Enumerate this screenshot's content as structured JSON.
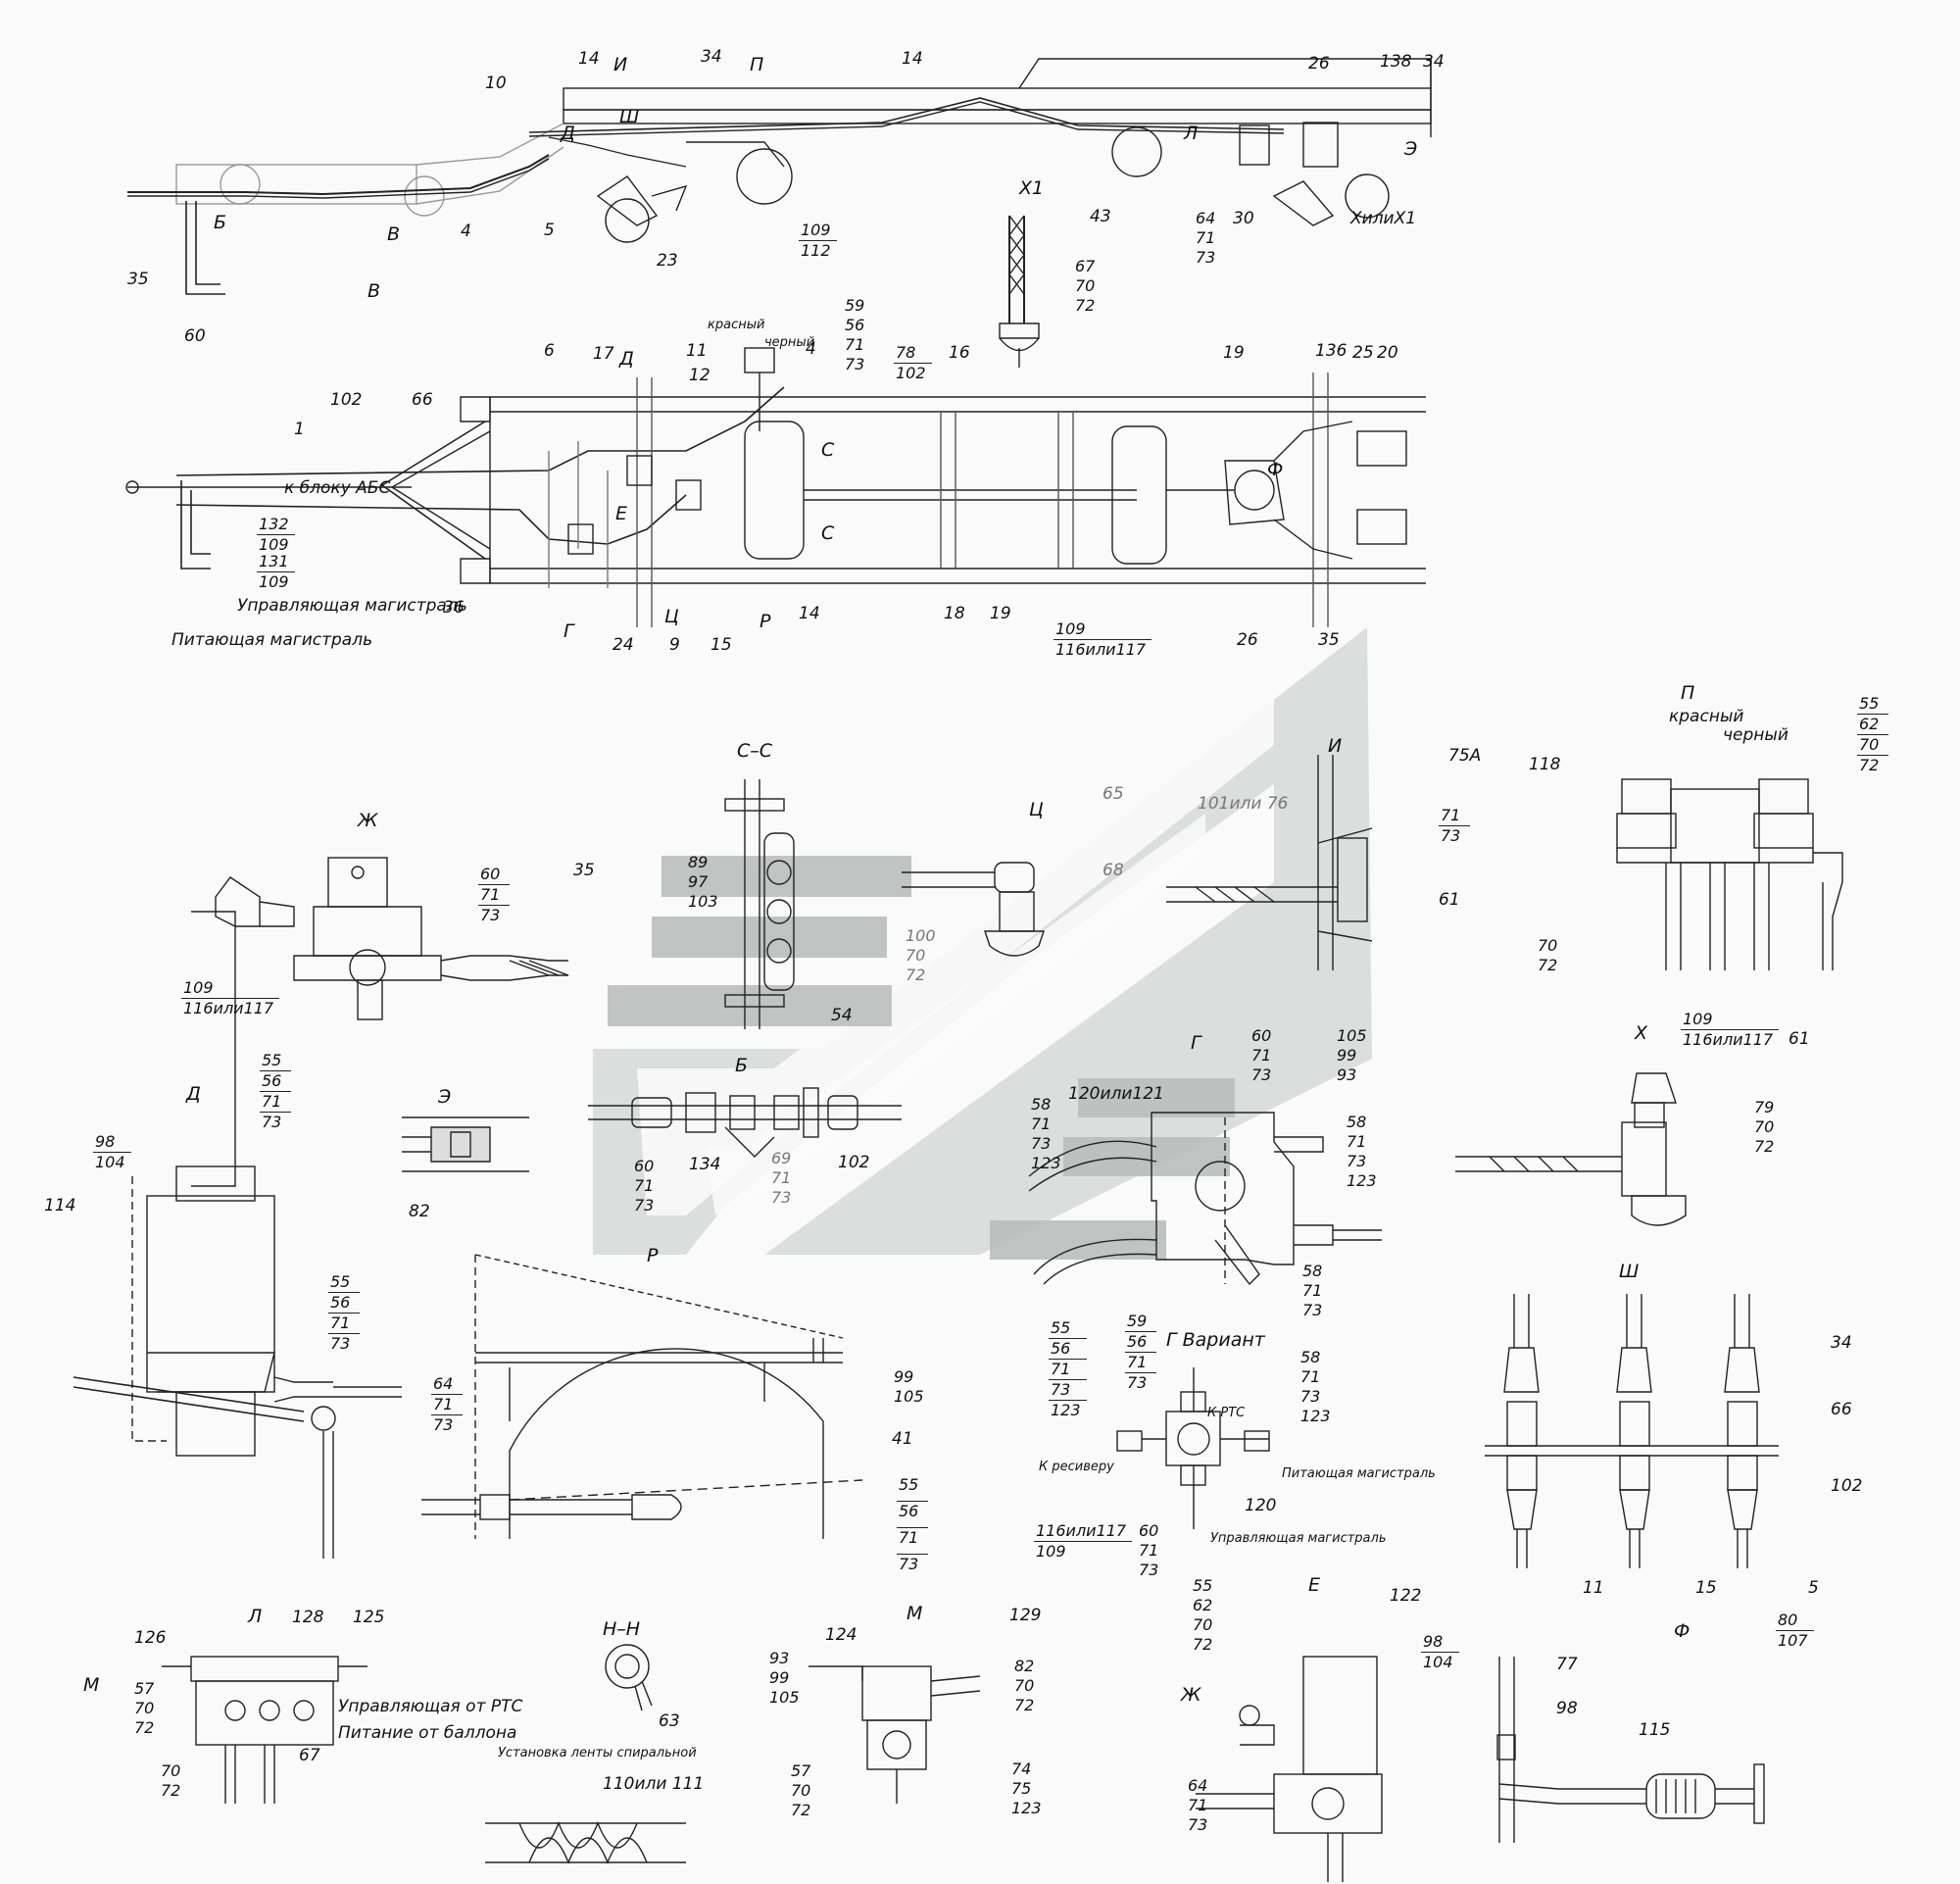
{
  "views": {
    "I": "И",
    "P": "П",
    "V": "В",
    "D": "Д",
    "Sh": "Ш",
    "L": "Л",
    "E": "Э",
    "X1": "Х1",
    "B": "Б",
    "Zh": "Ж",
    "CC": "С–С",
    "Ts": "Ц",
    "I2": "И",
    "P2": "П",
    "Ds": "Д",
    "Es": "Э",
    "Bs": "Б",
    "Gs": "Г",
    "Xs": "Х",
    "Shs": "Ш",
    "Rs": "Р",
    "Gv": "Г Вариант",
    "Ls": "Л",
    "NN": "Н–Н",
    "Ms": "М",
    "Es2": "Е",
    "Fs": "Ф",
    "Mref": "М",
    "ZhRef": "Ж",
    "Cs1": "С",
    "Cs2": "С",
    "G1": "Г",
    "P1": "Р",
    "Ts1": "Ц",
    "E1": "Е",
    "D1": "Д",
    "F1": "Ф",
    "V1": "В",
    "B1": "Б"
  },
  "notes": {
    "abs": "к блоку АБС",
    "control_line": "Управляющая магистраль",
    "supply_line": "Питающая магистраль",
    "red": "красный",
    "black": "черный",
    "red2": "красный",
    "black2": "черный",
    "to_receiver": "К ресиверу",
    "to_rts": "К РТС",
    "supply_line2": "Питающая магистраль",
    "control_line2": "Управляющая магистраль",
    "control_from_rts": "Управляющая от РТС",
    "supply_from_tank": "Питание от баллона",
    "spiral_tape": "Установка ленты спиральной",
    "hx1": "ХилиХ1"
  },
  "labels": {
    "t14a": "14",
    "t34a": "34",
    "t10": "10",
    "t14b": "14",
    "t26": "26",
    "t138": "138",
    "t34b": "34",
    "t4a": "4",
    "t5": "5",
    "t23": "23",
    "t109a": "109",
    "t112": "112",
    "t43": "43",
    "t64a": "64",
    "t71a": "71",
    "t73a": "73",
    "t30": "30",
    "t35a": "35",
    "t60a": "60",
    "t67a": "67",
    "t70a": "70",
    "t72a": "72",
    "t102a": "102",
    "t66a": "66",
    "t59": "59",
    "t56a": "56",
    "t71b": "71",
    "t73b": "73",
    "t11": "11",
    "t12": "12",
    "t4b": "4",
    "t6": "6",
    "t17": "17",
    "t78": "78",
    "t102b": "102",
    "t16": "16",
    "t19a": "19",
    "t136": "136",
    "t25": "25",
    "t20": "20",
    "t1": "1",
    "t132": "132",
    "t109b": "109",
    "t131": "131",
    "t109c": "109",
    "t36": "36",
    "t24": "24",
    "t9": "9",
    "t15": "15",
    "t14c": "14",
    "t18": "18",
    "t19b": "19",
    "t109d": "109",
    "t116or117a": "116или117",
    "t26b": "26",
    "t35b": "35",
    "zh60": "60",
    "zh71": "71",
    "zh73": "73",
    "zh35": "35",
    "zh109": "109",
    "zh116": "116или117",
    "cc89": "89",
    "cc97": "97",
    "cc103": "103",
    "cc54": "54",
    "ts65": "65",
    "ts68": "68",
    "ts100": "100",
    "ts70": "70",
    "ts72": "72",
    "i101": "101или 76",
    "i75a": "75А",
    "i71": "71",
    "i73": "73",
    "i61": "61",
    "p118": "118",
    "p55": "55",
    "p62": "62",
    "p70": "70",
    "p72": "72",
    "p70b": "70",
    "p72b": "72",
    "d98": "98",
    "d104": "104",
    "d55": "55",
    "d56": "56",
    "d71": "71",
    "d73": "73",
    "d114": "114",
    "d55b": "55",
    "d56b": "56",
    "d71b": "71",
    "d73b": "73",
    "e82": "82",
    "b60": "60",
    "b71": "71",
    "b73": "73",
    "b134": "134",
    "b69": "69",
    "b71b": "71",
    "b73b": "73",
    "b102": "102",
    "g120": "120или121",
    "g60": "60",
    "g71": "71",
    "g73": "73",
    "g105": "105",
    "g99": "99",
    "g93": "93",
    "g58": "58",
    "g71b": "71",
    "g73b": "73",
    "g123": "123",
    "g58b": "58",
    "g71c": "71",
    "g73c": "73",
    "g123b": "123",
    "g58c": "58",
    "g71d": "71",
    "g73d": "73",
    "x109": "109",
    "x116": "116или117",
    "x61": "61",
    "x79": "79",
    "x70": "70",
    "x72": "72",
    "r64": "64",
    "r71": "71",
    "r73": "73",
    "r99": "99",
    "r105": "105",
    "r41": "41",
    "r55": "55",
    "r56": "56",
    "r71b": "71",
    "r73b": "73",
    "gv55": "55",
    "gv56": "56",
    "gv71": "71",
    "gv73": "73",
    "gv123": "123",
    "gv59": "59",
    "gv56b": "56",
    "gv71b": "71",
    "gv73b": "73",
    "gv58": "58",
    "gv71c": "71",
    "gv73c": "73",
    "gv123b": "123",
    "gv120": "120",
    "gv116": "116или117",
    "gv109": "109",
    "gv60": "60",
    "gv71d": "71",
    "gv73d": "73",
    "sh34": "34",
    "sh66": "66",
    "sh102": "102",
    "sh11": "11",
    "sh15": "15",
    "sh5": "5",
    "l126": "126",
    "l128": "128",
    "l125": "125",
    "l57": "57",
    "l70": "70",
    "l72": "72",
    "l70b": "70",
    "l72b": "72",
    "l67": "67",
    "nn63": "63",
    "nn110": "110или 111",
    "m124": "124",
    "m129": "129",
    "m93": "93",
    "m99": "99",
    "m105": "105",
    "m82": "82",
    "m70": "70",
    "m72": "72",
    "m57": "57",
    "m70b": "70",
    "m72b": "72",
    "m74": "74",
    "m75": "75",
    "m123": "123",
    "e55": "55",
    "e62": "62",
    "e70": "70",
    "e72": "72",
    "e122": "122",
    "e98": "98",
    "e104": "104",
    "e64": "64",
    "e71": "71",
    "e73": "73",
    "f77": "77",
    "f98": "98",
    "f80": "80",
    "f107": "107",
    "f115": "115"
  },
  "colors": {
    "line": "#222222",
    "watermark": "#cdd3d2",
    "watermark_dark": "#bcc2c1",
    "background": "#fafafa"
  }
}
